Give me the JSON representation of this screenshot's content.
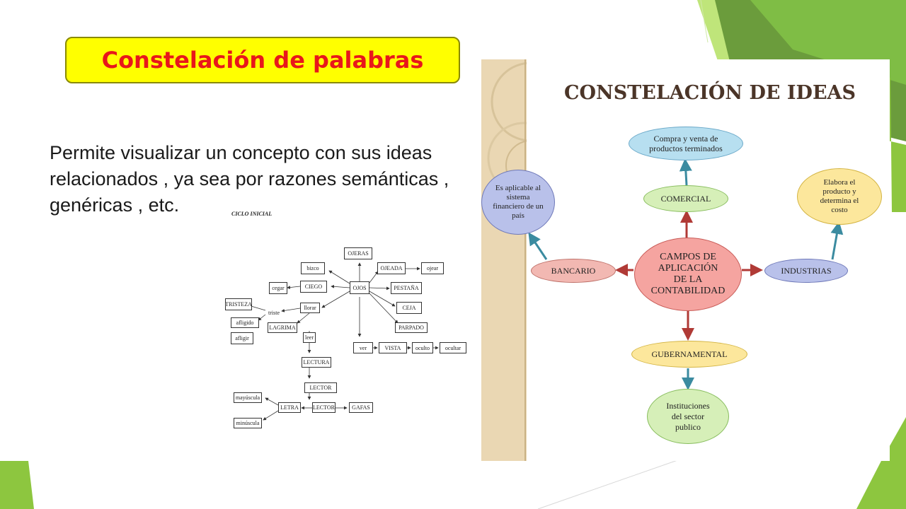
{
  "title": "Constelación de palabras",
  "description": "Permite visualizar un concepto con sus ideas relacionados , ya sea por razones semánticas , genéricas , etc.",
  "theme": {
    "accent_green": "#8dc63f",
    "title_bg": "#ffff00",
    "title_color": "#e8171b"
  },
  "word_example": {
    "title": "CICLO INICIAL",
    "words": {
      "ojeras": "OJERAS",
      "ojeada": "OJEADA",
      "ojear": "ojear",
      "bizco": "bizco",
      "ojos": "OJOS",
      "ciego": "CIEGO",
      "cegar": "cegar",
      "pestana": "PESTAÑA",
      "tristeza": "TRISTEZA",
      "llorar": "llorar",
      "triste": "triste",
      "ceja": "CEJA",
      "afligido": "afligido",
      "lagrima": "LAGRIMA",
      "parpado": "PARPADO",
      "afligir": "afligir",
      "leer": "leer",
      "ver": "ver",
      "vista": "VISTA",
      "oculto": "oculto",
      "ocultar": "ocultar",
      "lectura": "LECTURA",
      "lector_top": "LECTOR",
      "mayuscula": "mayúscula",
      "letra": "LETRA",
      "lector": "LECTOR",
      "gafas": "GAFAS",
      "minuscula": "minúscula"
    }
  },
  "idea_map": {
    "title": "CONSTELACIÓN DE IDEAS",
    "center": [
      "CAMPOS DE",
      "APLICACIÓN",
      "DE LA",
      "CONTABILIDAD"
    ],
    "compra": [
      "Compra y venta de",
      "productos terminados"
    ],
    "comercial": "COMERCIAL",
    "aplicable": [
      "Es  aplicable al",
      "sistema",
      "financiero de un",
      "país"
    ],
    "bancario": "BANCARIO",
    "elabora": [
      "Elabora el",
      "producto y",
      "determina el",
      "costo"
    ],
    "industrias": "INDUSTRIAS",
    "gubernamental": "GUBERNAMENTAL",
    "instituciones": [
      "Instituciones",
      "del sector",
      "publico"
    ]
  }
}
